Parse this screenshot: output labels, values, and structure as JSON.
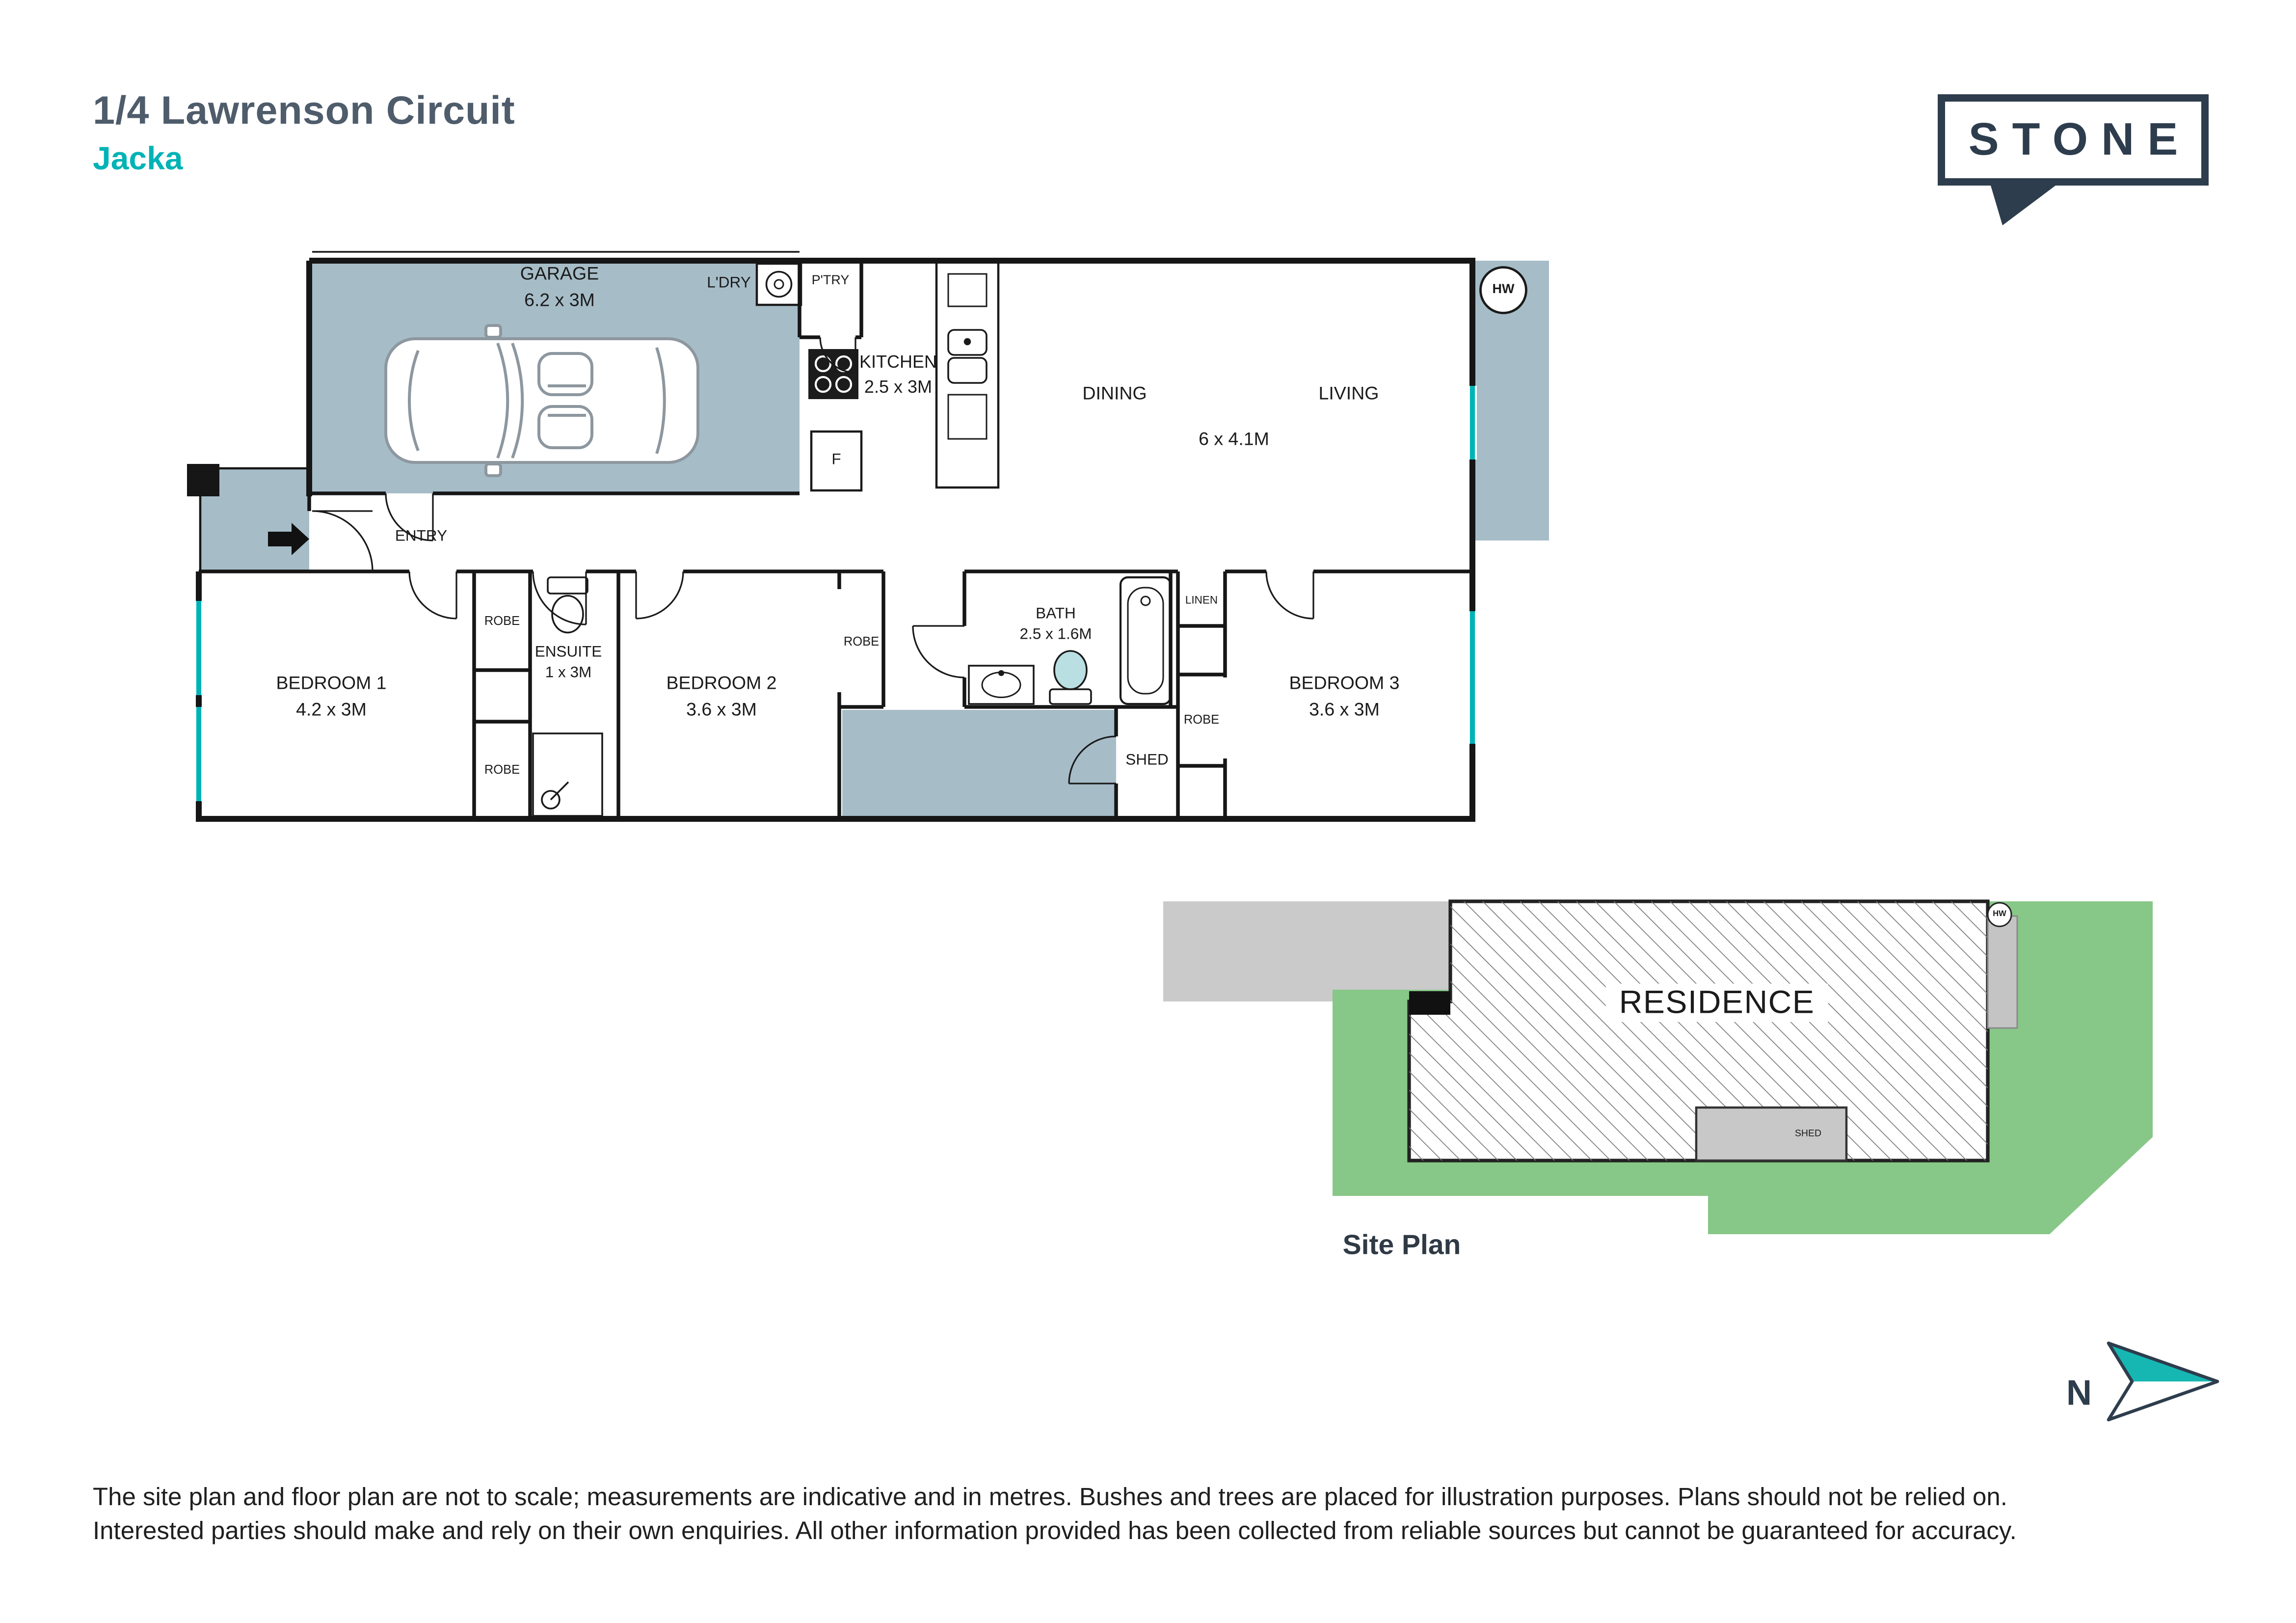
{
  "header": {
    "title": "1/4 Lawrenson Circuit",
    "suburb": "Jacka"
  },
  "logo": {
    "text": "STONE"
  },
  "floorplan": {
    "garage": {
      "name": "GARAGE",
      "dims": "6.2 x 3M"
    },
    "laundry": {
      "name": "L'DRY"
    },
    "pantry": {
      "name": "P'TRY"
    },
    "kitchen": {
      "name": "KITCHEN",
      "dims": "2.5 x 3M"
    },
    "dining": {
      "name": "DINING"
    },
    "living": {
      "name": "LIVING"
    },
    "living_dining_dims": "6 x 4.1M",
    "entry": {
      "name": "ENTRY"
    },
    "ensuite": {
      "name": "ENSUITE",
      "dims": "1 x 3M"
    },
    "bath": {
      "name": "BATH",
      "dims": "2.5 x 1.6M"
    },
    "bedroom1": {
      "name": "BEDROOM 1",
      "dims": "4.2 x 3M"
    },
    "bedroom2": {
      "name": "BEDROOM 2",
      "dims": "3.6 x 3M"
    },
    "bedroom3": {
      "name": "BEDROOM 3",
      "dims": "3.6 x 3M"
    },
    "robe": "ROBE",
    "linen": "LINEN",
    "shed": "SHED",
    "fridge": "F",
    "hot_water": "HW"
  },
  "siteplan": {
    "title": "Site Plan",
    "residence": "RESIDENCE",
    "shed": "SHED",
    "hot_water": "HW"
  },
  "compass": {
    "north": "N"
  },
  "disclaimer": {
    "line1": "The site plan and floor plan are not to scale; measurements are indicative and in metres. Bushes and trees are placed for illustration purposes. Plans should not be relied on.",
    "line2": "Interested parties should make and rely on their own enquiries. All other information provided has been collected from reliable sources but cannot be guaranteed for accuracy."
  },
  "colors": {
    "accent_teal": "#00b3b6",
    "navy": "#2e3d4d",
    "floor_shade": "#a6bdc8",
    "grass_green": "#87c787",
    "driveway_gray": "#cacaca"
  }
}
